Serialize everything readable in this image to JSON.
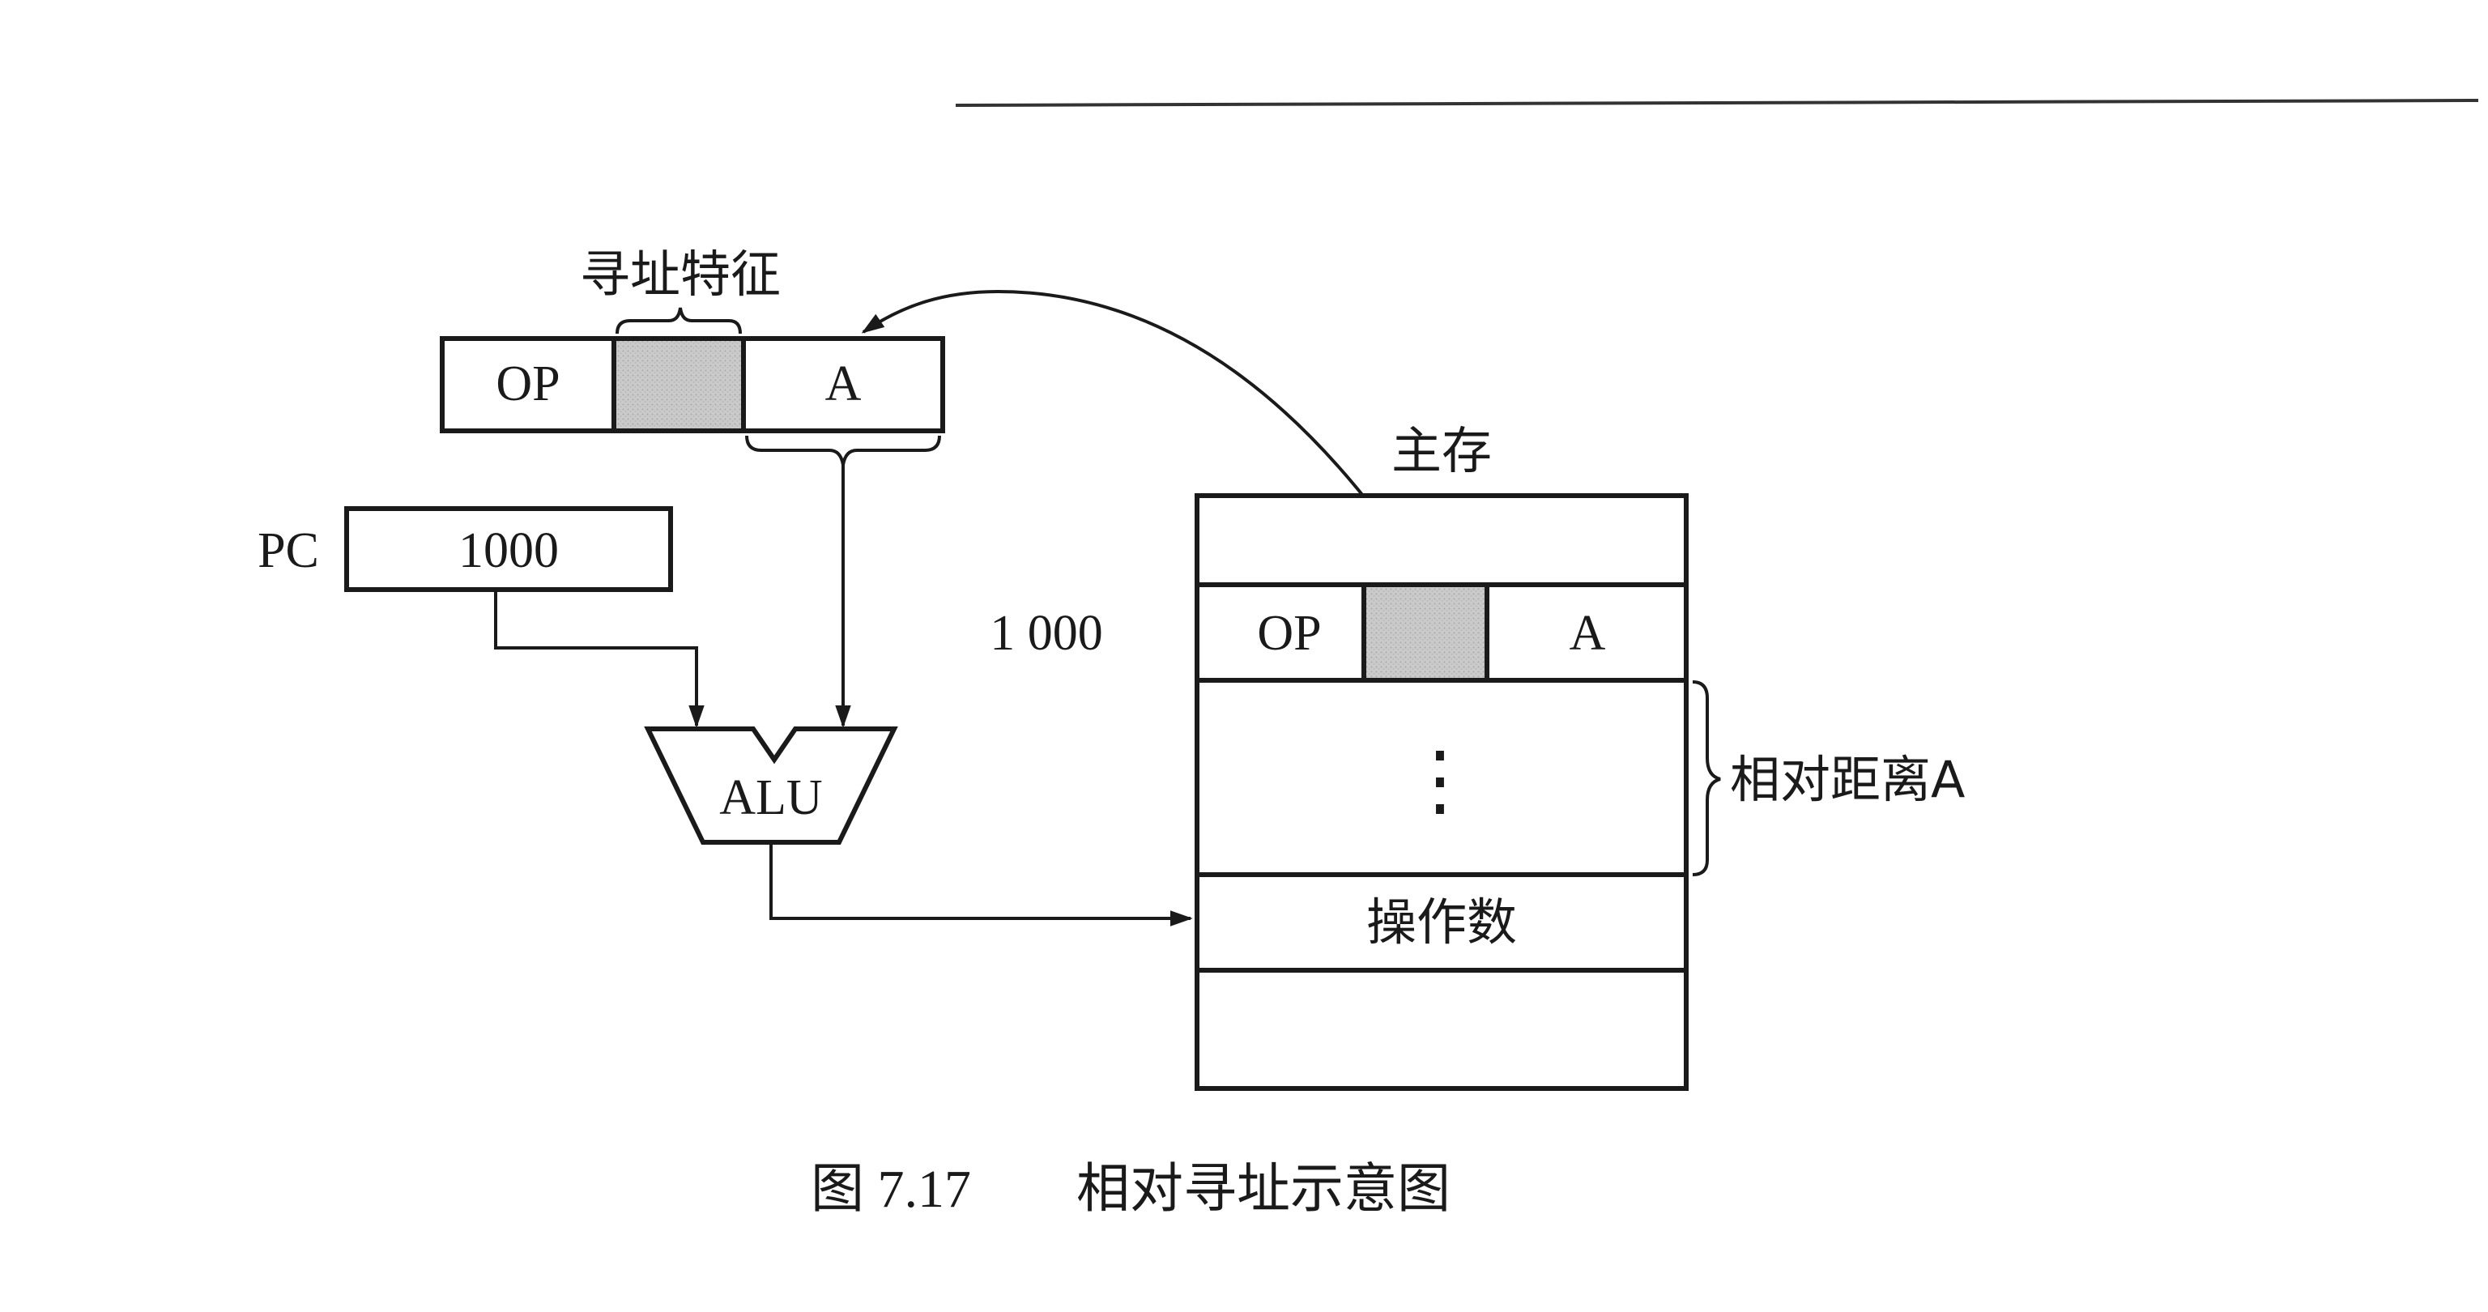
{
  "instruction": {
    "addressing_feature_label": "寻址特征",
    "op_label": "OP",
    "a_label": "A"
  },
  "pc": {
    "label": "PC",
    "value": "1000"
  },
  "alu": {
    "label": "ALU"
  },
  "memory": {
    "title": "主存",
    "row_address": "1 000",
    "op_label": "OP",
    "a_label": "A",
    "ellipsis": "⋮",
    "operand_label": "操作数",
    "distance_label": "相对距离A"
  },
  "caption": {
    "number": "图 7.17",
    "text": "相对寻址示意图"
  },
  "colors": {
    "ink": "#1a1a1a",
    "shade": "#c8c8c8",
    "background": "#ffffff"
  }
}
